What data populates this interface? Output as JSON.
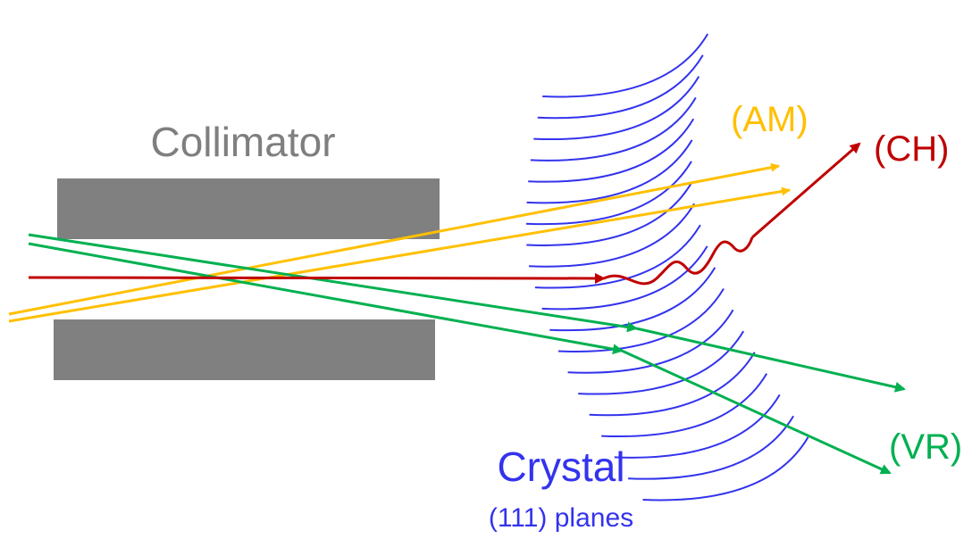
{
  "labels": {
    "collimator": "Collimator",
    "crystal": "Crystal",
    "crystal_planes": "(111) planes",
    "amorphous": "(AM)",
    "channeling": "(CH)",
    "volume_reflection": "(VR)"
  },
  "colors": {
    "collimator_block": "#808080",
    "collimator_text": "#7f7f7f",
    "crystal": "#3333ee",
    "amorphous": "#ffc000",
    "channeling": "#c00000",
    "volume_reflection": "#00b050"
  },
  "crystal_plane_count": 20
}
